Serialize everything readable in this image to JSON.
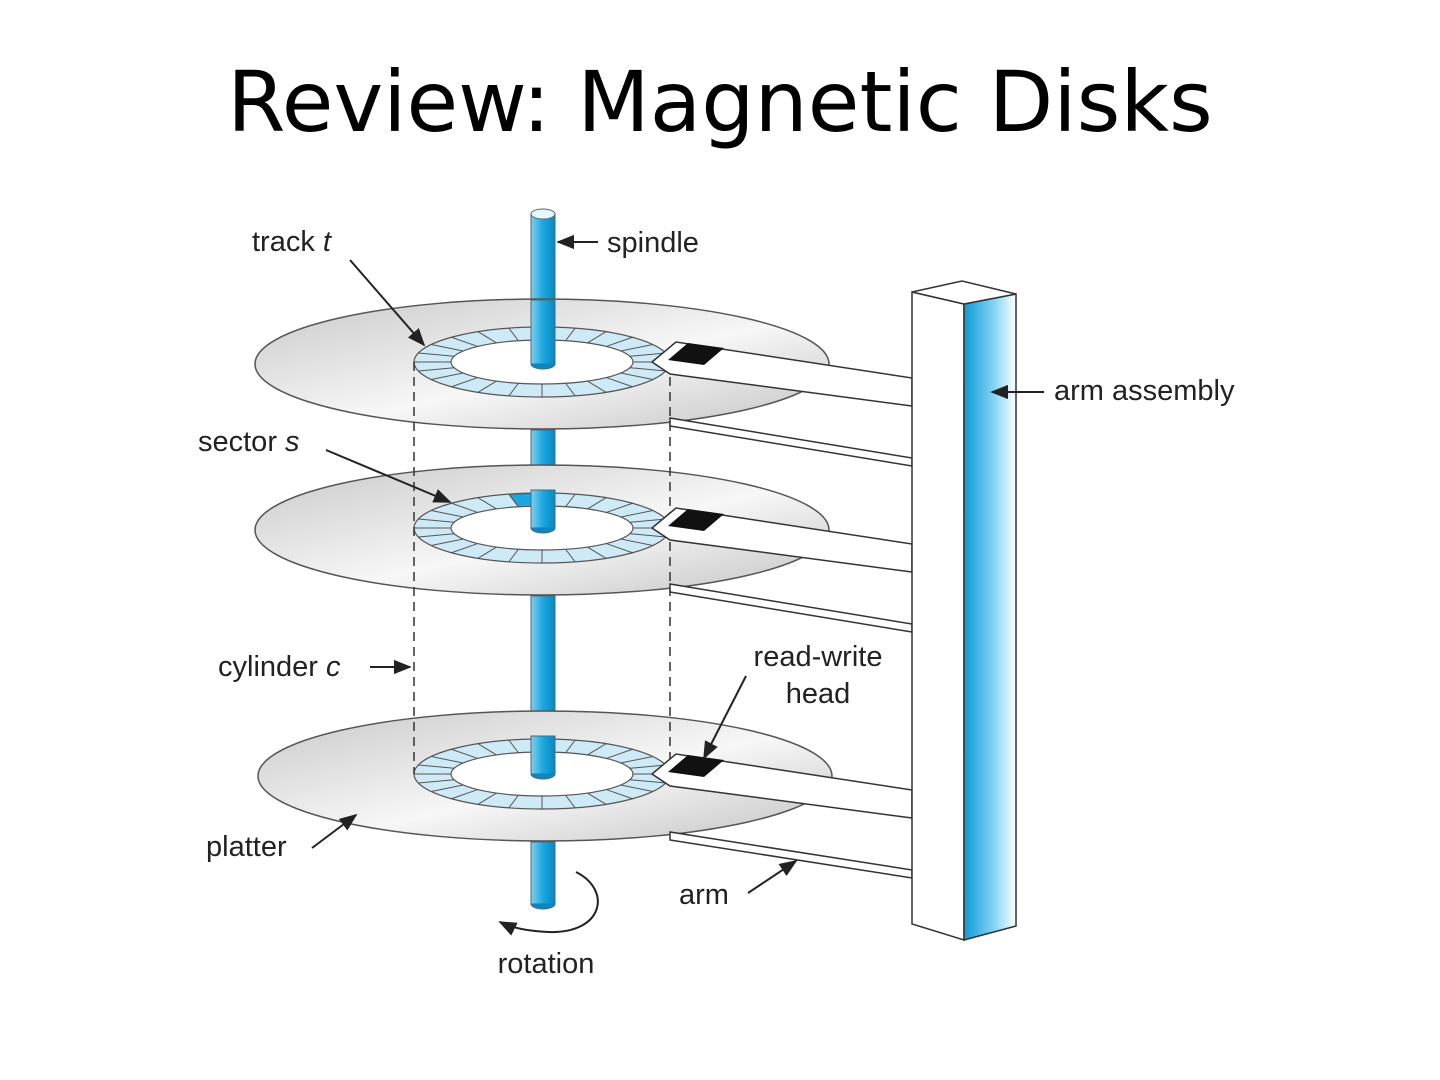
{
  "slide": {
    "title": "Review: Magnetic Disks"
  },
  "diagram": {
    "labels": {
      "track": "track",
      "track_var": "t",
      "spindle": "spindle",
      "arm_assembly": "arm assembly",
      "sector": "sector",
      "sector_var": "s",
      "cylinder": "cylinder",
      "cylinder_var": "c",
      "rw_head_line1": "read-write",
      "rw_head_line2": "head",
      "platter": "platter",
      "arm": "arm",
      "rotation": "rotation"
    },
    "colors": {
      "spindle_blue": "#1aa7e0",
      "track_blue": "#cfeaf7",
      "sector_blue": "#1aa7e0",
      "platter_gray": "#d4d4d4",
      "head_black": "#111111"
    },
    "track_segments": 24,
    "highlighted_sector": 1
  }
}
